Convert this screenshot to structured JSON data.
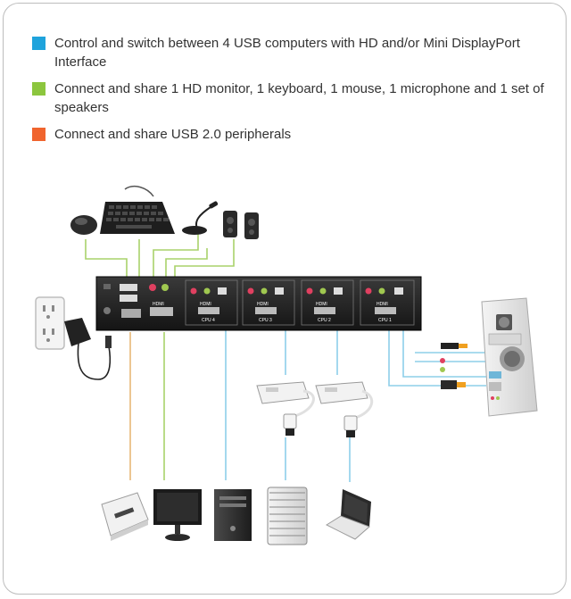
{
  "legend": {
    "items": [
      {
        "text": "Control and switch between 4 USB computers with HD and/or Mini DisplayPort Interface",
        "color": "#1fa3dc"
      },
      {
        "text": "Connect and share 1 HD monitor, 1 keyboard, 1 mouse, 1 microphone and 1 set of speakers",
        "color": "#8cc63e"
      },
      {
        "text": "Connect and share USB 2.0 peripherals",
        "color": "#f0642e"
      }
    ]
  },
  "switch": {
    "ports": {
      "hdmi": "HDMI",
      "cpu4": "CPU 4",
      "cpu3": "CPU 3",
      "cpu2": "CPU 2",
      "cpu1": "CPU 1"
    }
  },
  "colors": {
    "blue": "#8ecfe9",
    "green": "#a9d26a",
    "orange": "#e7b877",
    "wire": "#333333"
  }
}
